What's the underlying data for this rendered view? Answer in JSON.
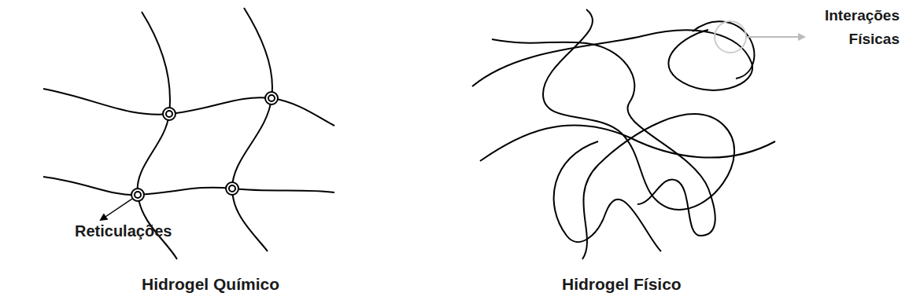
{
  "diagram": {
    "labels": [
      "Reticulações",
      "Hidrogel Químico",
      "Interações Físicas",
      "Hidrogel Físico"
    ]
  }
}
